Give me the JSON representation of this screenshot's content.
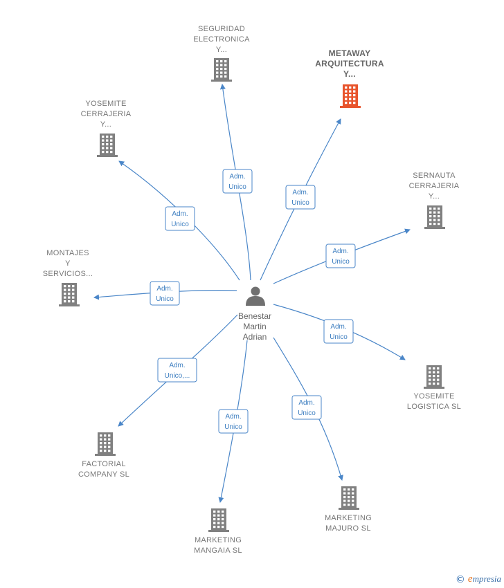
{
  "person": {
    "name_lines": [
      "Benestar",
      "Martin",
      "Adrian"
    ]
  },
  "companies": [
    {
      "id": "seguridad",
      "lines": [
        "SEGURIDAD",
        "ELECTRONICA",
        "Y..."
      ],
      "highlight": false,
      "edge": [
        "Adm.",
        "Unico"
      ]
    },
    {
      "id": "metaway",
      "lines": [
        "METAWAY",
        "ARQUITECTURA",
        "Y..."
      ],
      "highlight": true,
      "edge": [
        "Adm.",
        "Unico"
      ]
    },
    {
      "id": "sernauta",
      "lines": [
        "SERNAUTA",
        "CERRAJERIA",
        "Y..."
      ],
      "highlight": false,
      "edge": [
        "Adm.",
        "Unico"
      ]
    },
    {
      "id": "yosemite-logistica",
      "lines": [
        "YOSEMITE",
        "LOGISTICA  SL"
      ],
      "highlight": false,
      "edge": [
        "Adm.",
        "Unico"
      ]
    },
    {
      "id": "marketing-majuro",
      "lines": [
        "MARKETING",
        "MAJURO  SL"
      ],
      "highlight": false,
      "edge": [
        "Adm.",
        "Unico"
      ]
    },
    {
      "id": "marketing-mangaia",
      "lines": [
        "MARKETING",
        "MANGAIA  SL"
      ],
      "highlight": false,
      "edge": [
        "Adm.",
        "Unico"
      ]
    },
    {
      "id": "factorial",
      "lines": [
        "FACTORIAL",
        "COMPANY  SL"
      ],
      "highlight": false,
      "edge": [
        "Adm.",
        "Unico,..."
      ]
    },
    {
      "id": "montajes",
      "lines": [
        "MONTAJES",
        "Y",
        "SERVICIOS..."
      ],
      "highlight": false,
      "edge": [
        "Adm.",
        "Unico"
      ]
    },
    {
      "id": "yosemite-cerrajeria",
      "lines": [
        "YOSEMITE",
        "CERRAJERIA",
        "Y..."
      ],
      "highlight": false,
      "edge": [
        "Adm.",
        "Unico"
      ]
    }
  ],
  "colors": {
    "edge": "#4a86c8",
    "building": "#808080",
    "building_highlight": "#e8542c",
    "person": "#707070"
  },
  "footer": {
    "copyright": "©",
    "brand_initial": "e",
    "brand_rest": "mpresia"
  }
}
